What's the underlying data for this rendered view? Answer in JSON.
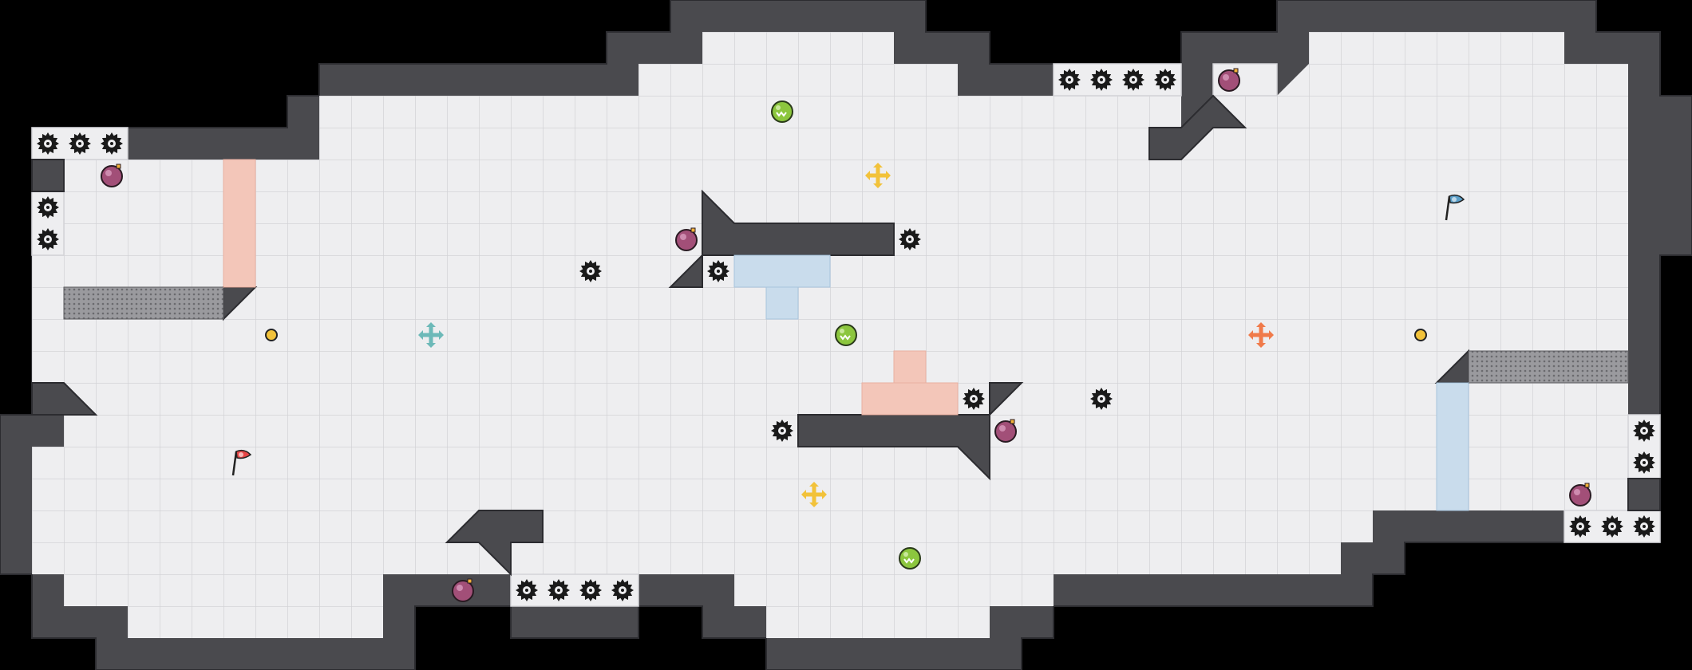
{
  "level": {
    "colors": {
      "background": "#000000",
      "wall": "#4a4a4e",
      "wall_edge": "#2c2c30",
      "floor": "#eeeef0",
      "grid": "#d3d3d7",
      "grate": "#8a8a8e",
      "red_zone": "#f3c6b9",
      "blue_zone": "#c9dcec",
      "saw": "#1a1a1a"
    },
    "legend": {
      "saw": "saw-blade",
      "bomb": "bomb-orb",
      "slime": "green-slime",
      "move": "move-pad",
      "flag_red": "start-flag",
      "flag_blue": "goal-flag",
      "coin": "gold-coin"
    },
    "entities": [
      {
        "kind": "flag_red",
        "col": 7,
        "row": 14
      },
      {
        "kind": "flag_blue",
        "col": 45,
        "row": 6
      },
      {
        "kind": "coin",
        "col": 8,
        "row": 10
      },
      {
        "kind": "coin",
        "col": 44,
        "row": 10
      },
      {
        "kind": "move",
        "col": 13,
        "row": 10,
        "color": "#6cb9b8"
      },
      {
        "kind": "move",
        "col": 27,
        "row": 5,
        "color": "#f2c23a"
      },
      {
        "kind": "move",
        "col": 39,
        "row": 10,
        "color": "#f07a4a"
      },
      {
        "kind": "move",
        "col": 25,
        "row": 15,
        "color": "#f2c23a"
      },
      {
        "kind": "slime",
        "col": 24,
        "row": 3
      },
      {
        "kind": "slime",
        "col": 26,
        "row": 10
      },
      {
        "kind": "slime",
        "col": 28,
        "row": 17
      },
      {
        "kind": "bomb",
        "col": 3,
        "row": 5
      },
      {
        "kind": "bomb",
        "col": 21,
        "row": 7
      },
      {
        "kind": "bomb",
        "col": 31,
        "row": 13
      },
      {
        "kind": "bomb",
        "col": 38,
        "row": 2
      },
      {
        "kind": "bomb",
        "col": 49,
        "row": 15
      },
      {
        "kind": "bomb",
        "col": 14,
        "row": 18
      },
      {
        "kind": "saw",
        "col": 1,
        "row": 4
      },
      {
        "kind": "saw",
        "col": 2,
        "row": 4
      },
      {
        "kind": "saw",
        "col": 3,
        "row": 4
      },
      {
        "kind": "saw",
        "col": 1,
        "row": 6
      },
      {
        "kind": "saw",
        "col": 1,
        "row": 7
      },
      {
        "kind": "saw",
        "col": 18,
        "row": 8
      },
      {
        "kind": "saw",
        "col": 22,
        "row": 8
      },
      {
        "kind": "saw",
        "col": 28,
        "row": 7
      },
      {
        "kind": "saw",
        "col": 33,
        "row": 2
      },
      {
        "kind": "saw",
        "col": 34,
        "row": 2
      },
      {
        "kind": "saw",
        "col": 35,
        "row": 2
      },
      {
        "kind": "saw",
        "col": 36,
        "row": 2
      },
      {
        "kind": "saw",
        "col": 30,
        "row": 12
      },
      {
        "kind": "saw",
        "col": 34,
        "row": 12
      },
      {
        "kind": "saw",
        "col": 24,
        "row": 13
      },
      {
        "kind": "saw",
        "col": 16,
        "row": 18
      },
      {
        "kind": "saw",
        "col": 17,
        "row": 18
      },
      {
        "kind": "saw",
        "col": 18,
        "row": 18
      },
      {
        "kind": "saw",
        "col": 19,
        "row": 18
      },
      {
        "kind": "saw",
        "col": 51,
        "row": 13
      },
      {
        "kind": "saw",
        "col": 51,
        "row": 14
      },
      {
        "kind": "saw",
        "col": 49,
        "row": 16
      },
      {
        "kind": "saw",
        "col": 50,
        "row": 16
      },
      {
        "kind": "saw",
        "col": 51,
        "row": 16
      }
    ]
  }
}
